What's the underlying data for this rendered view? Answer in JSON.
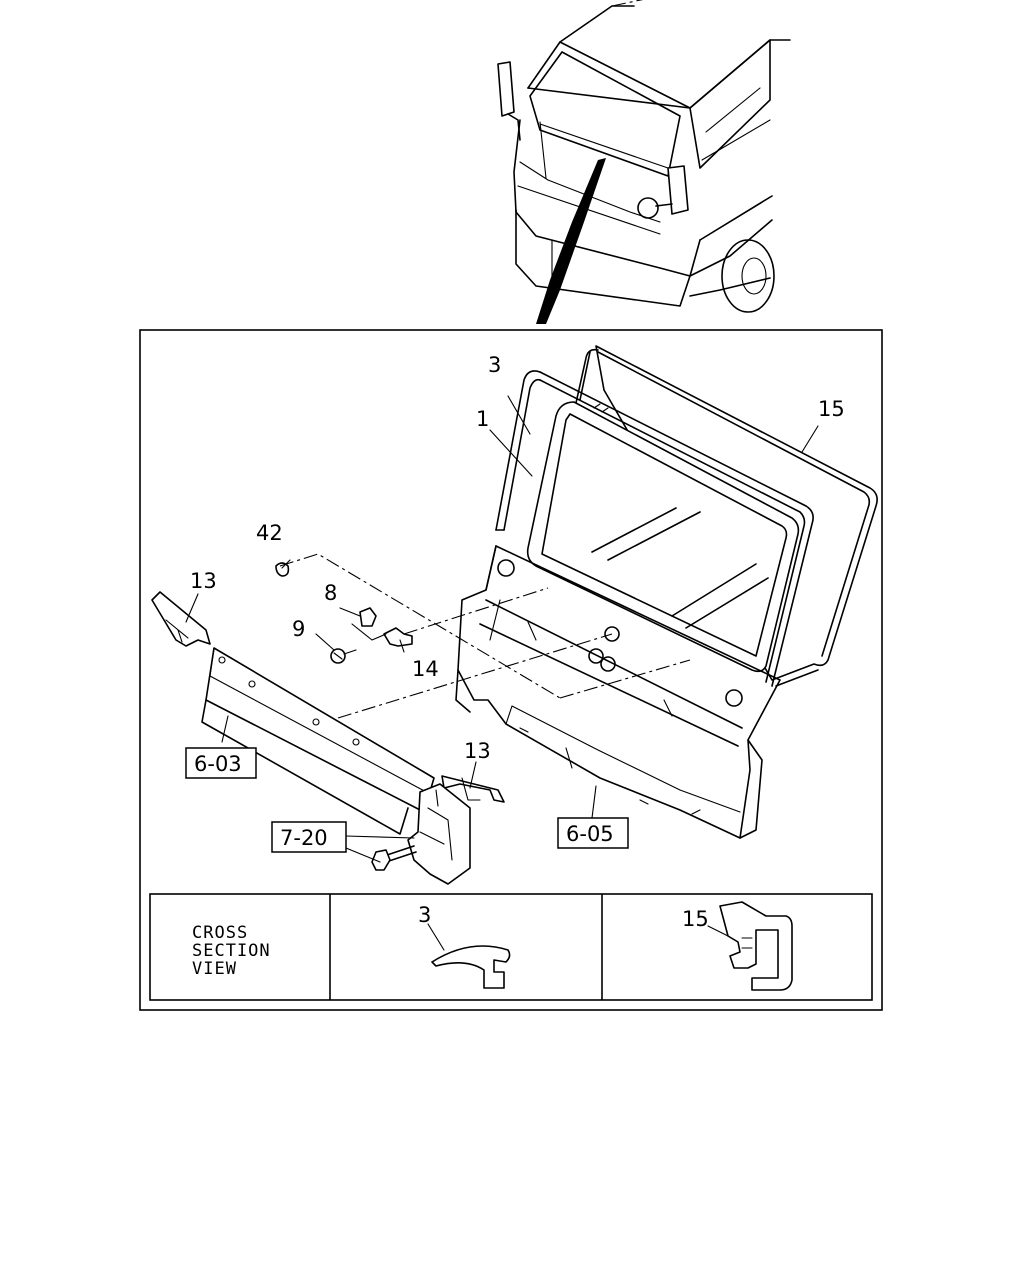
{
  "callouts": {
    "c1": "1",
    "c3": "3",
    "c8": "8",
    "c9": "9",
    "c13a": "13",
    "c13b": "13",
    "c14": "14",
    "c15": "15",
    "c42": "42"
  },
  "ref_boxes": {
    "r603": "6-03",
    "r605": "6-05",
    "r720": "7-20"
  },
  "cross_section": {
    "title_line1": "CROSS",
    "title_line2": "SECTION",
    "title_line3": "VIEW",
    "label_3": "3",
    "label_15": "15"
  }
}
